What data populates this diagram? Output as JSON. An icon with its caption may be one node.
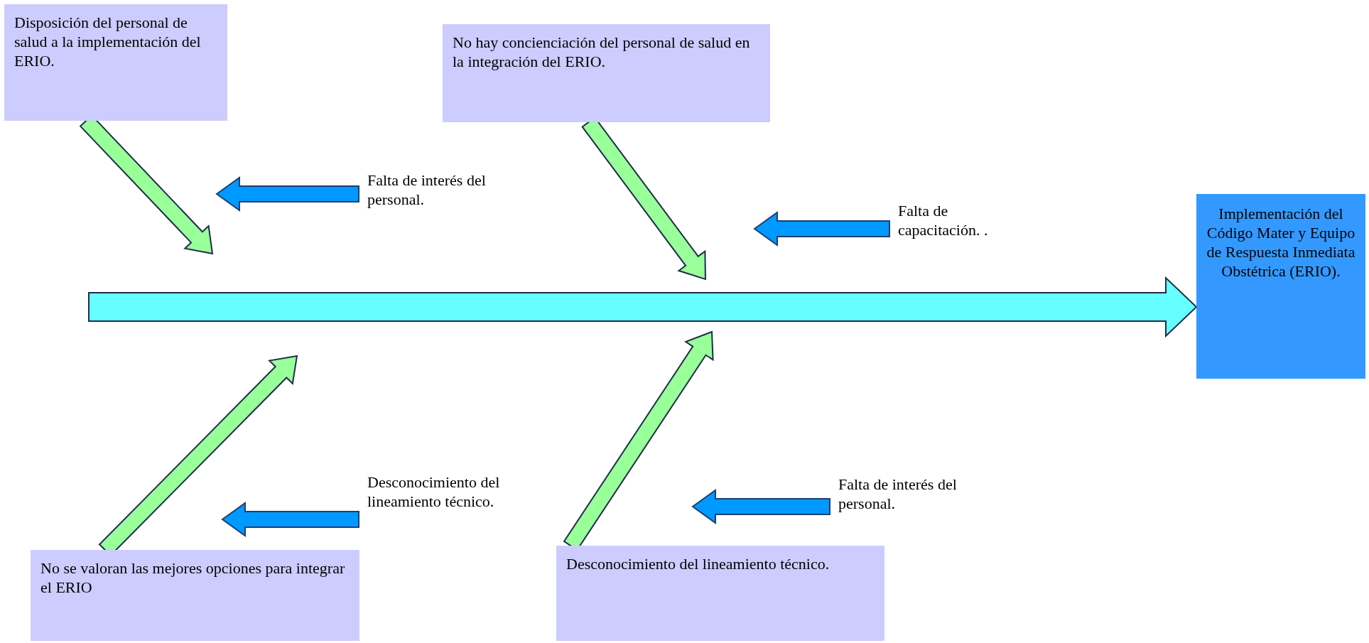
{
  "diagram": {
    "nodes": [
      {
        "text": [
          "Disposición del personal de salud a la implementación del ERIO."
        ]
      },
      {
        "text": [
          "No hay concienciación del personal de salud en la integración del ERIO."
        ]
      },
      {
        "text": [
          "Implementación del Código Mater y Equipo de Respuesta Inmediata Obstétrica (ERIO)."
        ]
      },
      {
        "text": [
          "No se valoran las mejores opciones para integrar el ERIO"
        ]
      },
      {
        "text": [
          "Desconocimiento del lineamiento técnico."
        ]
      },
      {
        "text": [
          "Falta de interés del personal."
        ]
      },
      {
        "text": [
          "Falta de capacitación. ."
        ]
      },
      {
        "text": [
          "Desconocimiento del lineamiento técnico."
        ]
      },
      {
        "text": [
          "Falta de interés del personal."
        ]
      }
    ],
    "edges": [
      {
        "from": null,
        "to": 2,
        "arrow": "to",
        "style": "thick",
        "color": "#66ffff"
      },
      {
        "from": 0,
        "to": null,
        "arrow": "to",
        "color": "#99ff99"
      },
      {
        "from": 1,
        "to": null,
        "arrow": "to",
        "color": "#99ff99"
      },
      {
        "from": 3,
        "to": null,
        "arrow": "to",
        "color": "#99ff99"
      },
      {
        "from": 4,
        "to": null,
        "arrow": "to",
        "color": "#99ff99"
      },
      {
        "from": 5,
        "to": null,
        "arrow": "to",
        "color": "#0099ff"
      },
      {
        "from": 6,
        "to": null,
        "arrow": "to",
        "color": "#0099ff"
      },
      {
        "from": 7,
        "to": null,
        "arrow": "to",
        "color": "#0099ff"
      },
      {
        "from": 8,
        "to": null,
        "arrow": "to",
        "color": "#0099ff"
      }
    ]
  }
}
